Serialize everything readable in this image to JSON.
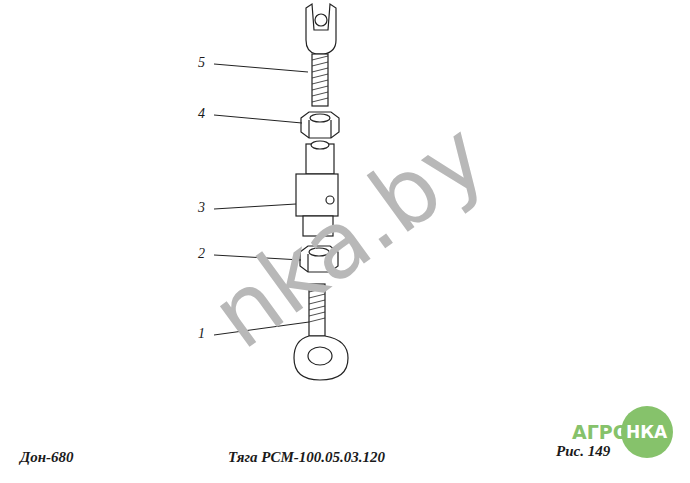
{
  "diagram": {
    "caption": "Тяга РСМ-100.05.03.120",
    "labels": [
      "5",
      "4",
      "3",
      "2",
      "1",
      "Дон-680",
      "Рис. 149",
      "nka.by",
      "АГРО",
      "НКА"
    ]
  }
}
